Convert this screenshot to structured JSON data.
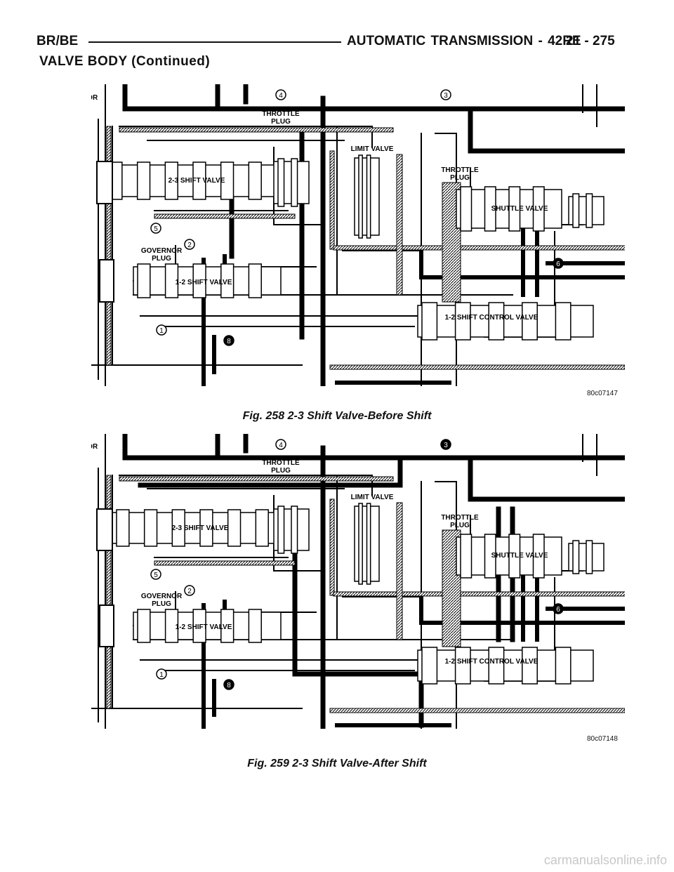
{
  "header": {
    "left": "BR/BE",
    "right": "AUTOMATIC TRANSMISSION - 42RE",
    "page": "21 - 275"
  },
  "section_title": "VALVE BODY (Continued)",
  "figures": [
    {
      "code": "80c07147",
      "caption": "Fig. 258 2-3 Shift Valve-Before Shift",
      "labels": {
        "governor_plug_top": "GOVERNOR\nPLUG",
        "throttle_plug_left": "THROTTLE\nPLUG",
        "limit_valve": "LIMIT VALVE",
        "throttle_plug_right": "THROTTLE\nPLUG",
        "shift_23": "2-3 SHIFT VALVE",
        "shuttle_valve": "SHUTTLE VALVE",
        "governor_plug_lower": "GOVERNOR\nPLUG",
        "shift_12": "1-2 SHIFT VALVE",
        "shift_control_12": "1-2 SHIFT CONTROL VALVE"
      },
      "markers": [
        "1",
        "2",
        "3",
        "4",
        "5",
        "6",
        "8"
      ]
    },
    {
      "code": "80c07148",
      "caption": "Fig. 259 2-3 Shift Valve-After Shift",
      "labels": {
        "governor_plug_top": "GOVERNOR\nPLUG",
        "throttle_plug_left": "THROTTLE\nPLUG",
        "limit_valve": "LIMIT VALVE",
        "throttle_plug_right": "THROTTLE\nPLUG",
        "shift_23": "2-3 SHIFT VALVE",
        "shuttle_valve": "SHUTTLE VALVE",
        "governor_plug_lower": "GOVERNOR\nPLUG",
        "shift_12": "1-2 SHIFT VALVE",
        "shift_control_12": "1-2 SHIFT CONTROL VALVE"
      },
      "markers": [
        "1",
        "2",
        "3",
        "4",
        "5",
        "6",
        "8"
      ]
    }
  ],
  "watermark": "carmanualsonline.info"
}
